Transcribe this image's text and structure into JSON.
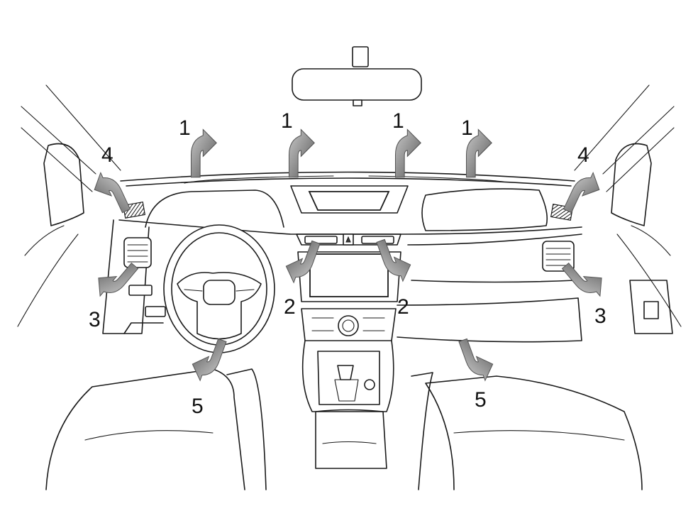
{
  "diagram": {
    "colors": {
      "line": "#1a1a1a",
      "arrow_light": "#b8b8b8",
      "arrow_dark": "#5a5a5a",
      "background": "#ffffff"
    },
    "callouts": {
      "windshield": "1",
      "center_vents": "2",
      "side_vents": "3",
      "side_window_vents": "4",
      "footwell": "5"
    }
  }
}
